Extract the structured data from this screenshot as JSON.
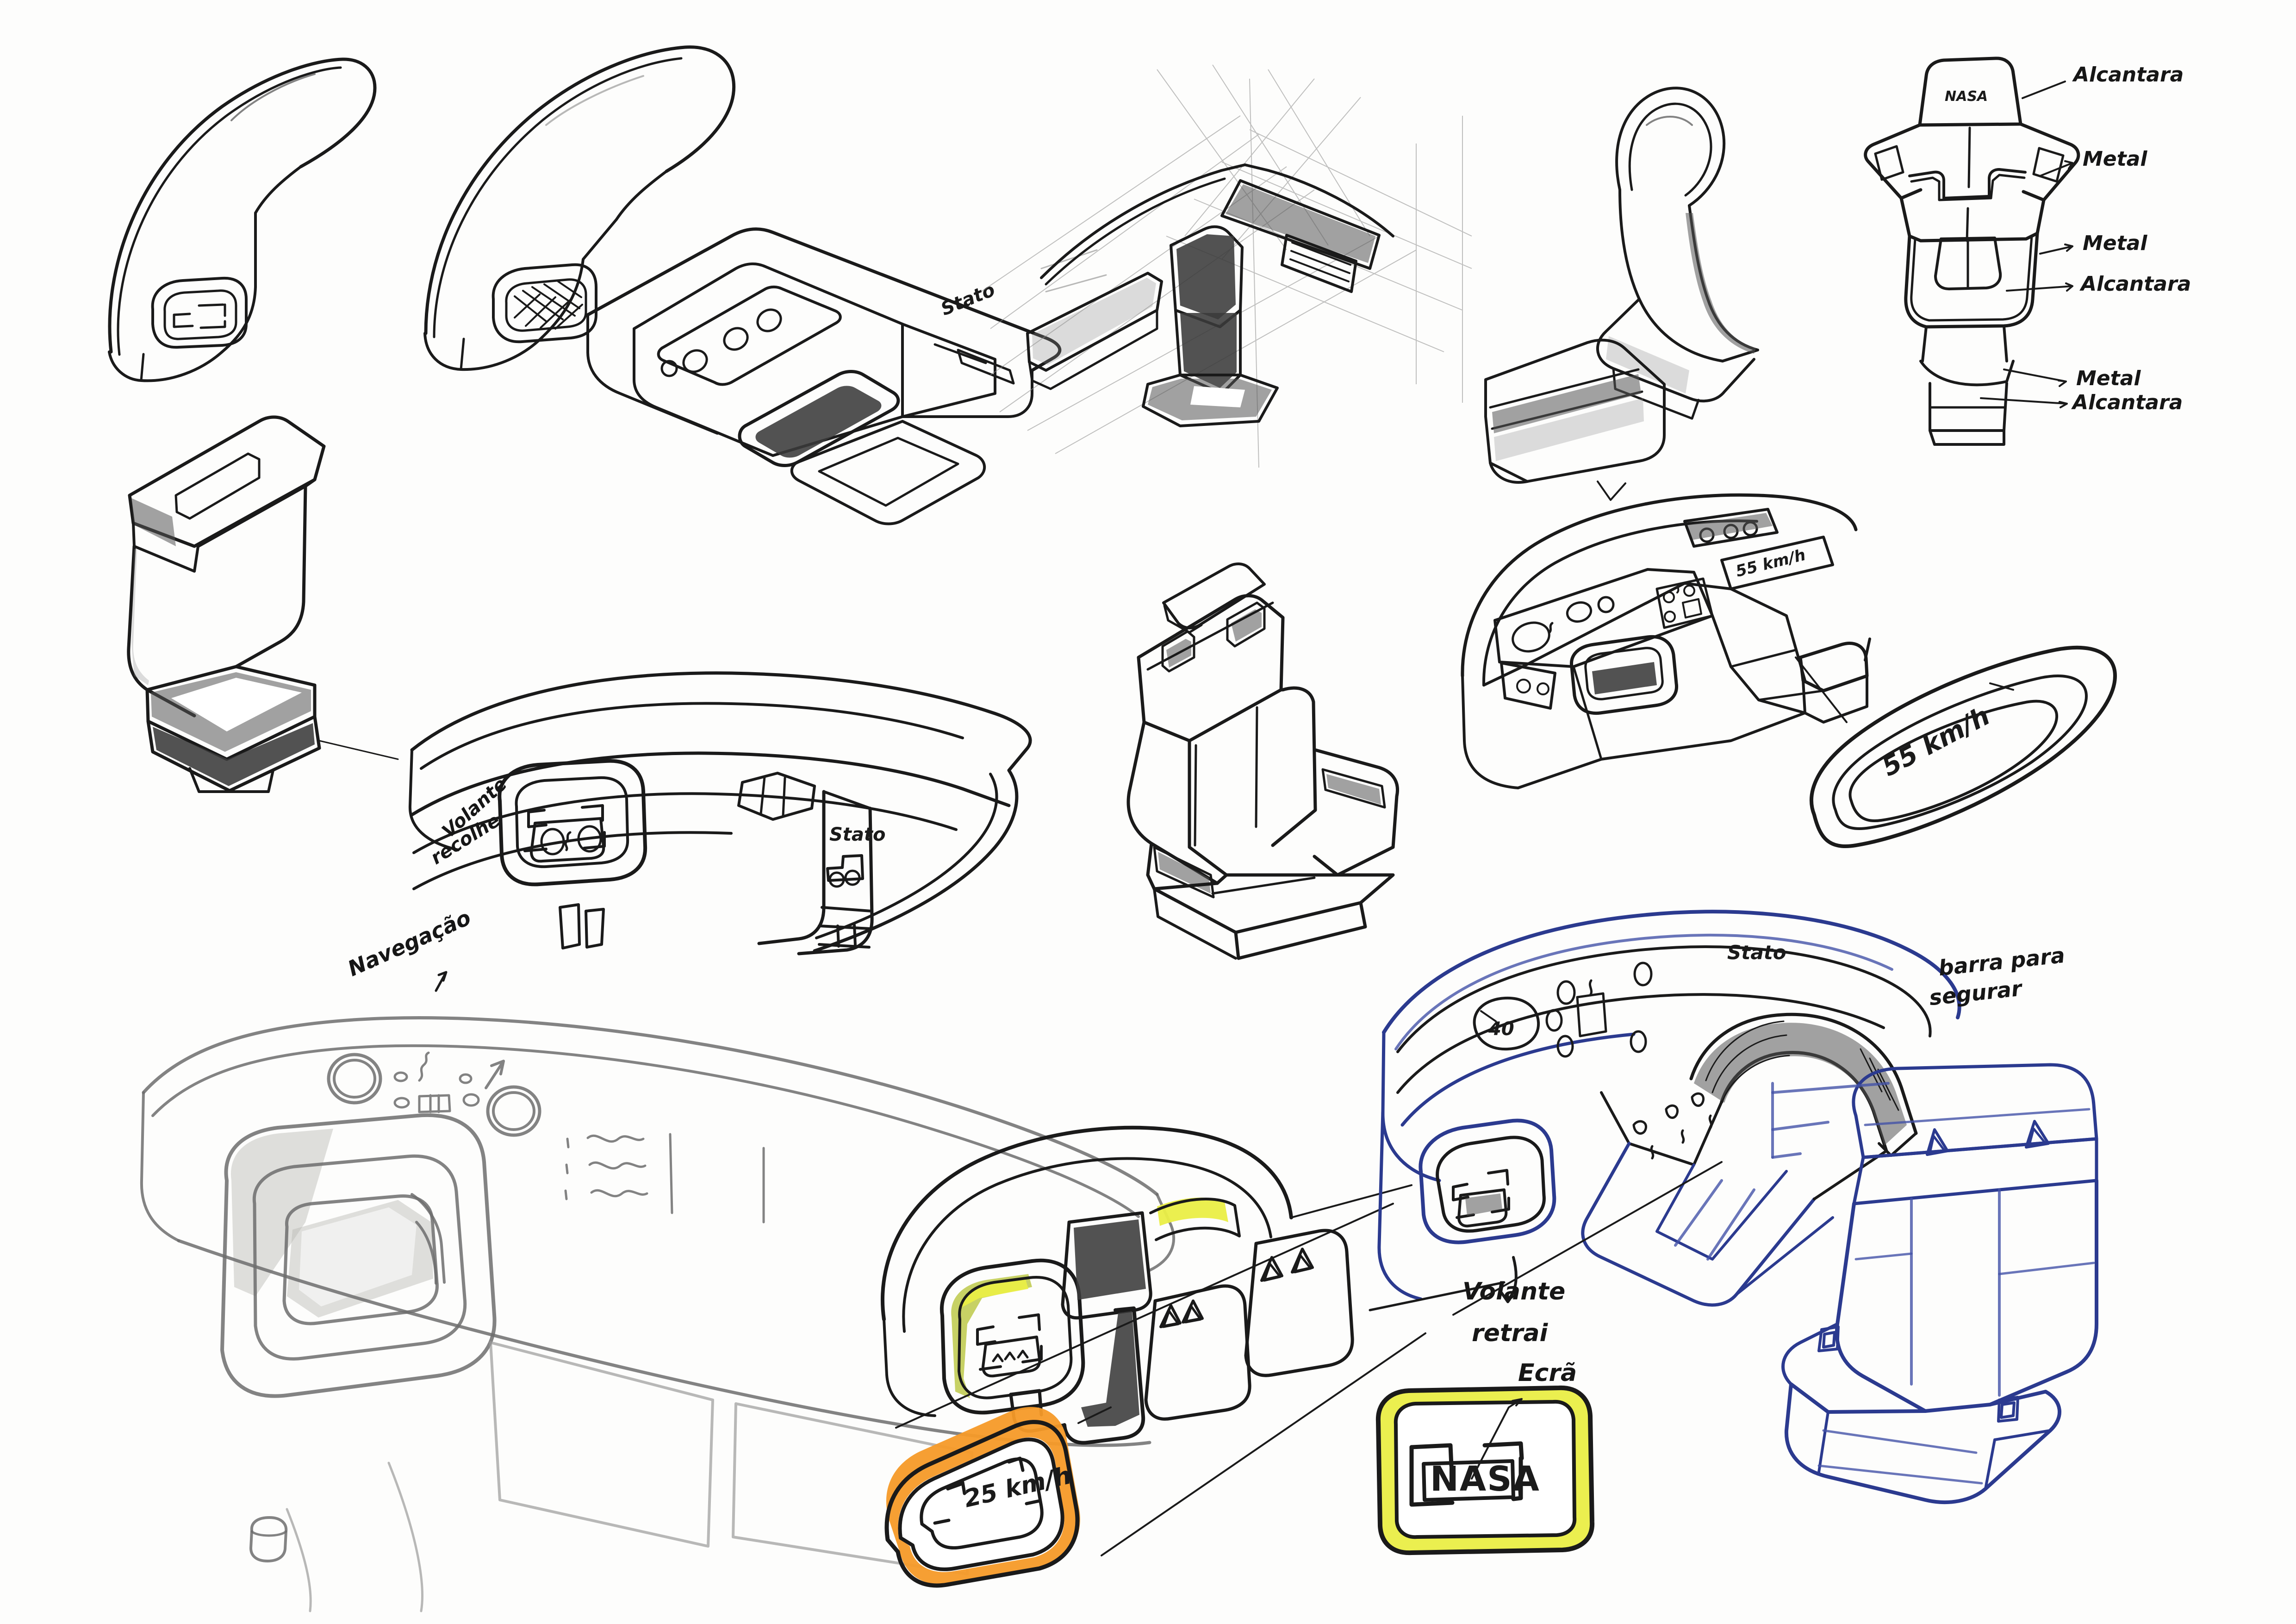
{
  "sheet": {
    "title": "Automotive Interior Concept Sketch Sheet",
    "medium": "pencil, black fineliner, blue ballpoint, yellow and orange marker on white paper",
    "background_color": "#fdfdfc",
    "ink_color": "#1a1a1a",
    "pencil_color": "#6d6d6d",
    "blue_pen_color": "#2b3a8f",
    "yellow_marker": "#eaee46",
    "orange_marker": "#f59a28"
  },
  "annotations": {
    "seat_callouts": [
      {
        "id": "a1",
        "label": "Alcantara"
      },
      {
        "id": "a2",
        "label": "Metal"
      },
      {
        "id": "a3",
        "label": "Metal"
      },
      {
        "id": "a4",
        "label": "Alcantara"
      },
      {
        "id": "a5",
        "label": "Metal"
      },
      {
        "id": "a6",
        "label": "Alcantara"
      }
    ],
    "headrest_logo": "NASA",
    "dash_labels": [
      {
        "id": "d1",
        "label": "Stato"
      },
      {
        "id": "d2",
        "label": "Stato"
      },
      {
        "id": "d3",
        "label": "Stato"
      }
    ],
    "steering_note_line1": "Volante",
    "steering_note_line2": "recolhe",
    "navigation_note": "Navegação",
    "retract_note_line1": "Volante",
    "retract_note_line2": "retrai",
    "grabbar_note_line1": "barra para",
    "grabbar_note_line2": "segurar",
    "screen_note": "Ecrã",
    "gauge_value": "40",
    "speed_badge_value": "25 km/h",
    "speed_module_value": "55 km/h",
    "badge_logo": "NASA"
  },
  "panels": [
    {
      "id": "p01",
      "name": "binnacle-hood-left",
      "kind": "ink-form",
      "note": "curved dashboard hood with inset screen, left"
    },
    {
      "id": "p02",
      "name": "binnacle-hood-right",
      "kind": "ink-form",
      "note": "curved dashboard hood with hatched screen, right"
    },
    {
      "id": "p03",
      "name": "cockpit-dash-perspective",
      "kind": "ink-form",
      "note": "angular dashboard with control strip and vent, labelled Stato"
    },
    {
      "id": "p04",
      "name": "interior-perspective-grid",
      "kind": "pencil-form",
      "note": "interior scene with grid construction lines and centre seat"
    },
    {
      "id": "p05",
      "name": "lounge-chair-pencil",
      "kind": "pencil-form",
      "note": "lounge seat with high back, pencil"
    },
    {
      "id": "p06",
      "name": "bench-seat-shaded",
      "kind": "ink-form",
      "note": "small shaded bench seat module"
    },
    {
      "id": "p07",
      "name": "seat-orthographic-front",
      "kind": "ink-form",
      "note": "front orthographic seat with material callouts and NASA headrest"
    },
    {
      "id": "p08",
      "name": "architectural-seat-left",
      "kind": "ink-form",
      "note": "architectural bucket seat with floating headrest"
    },
    {
      "id": "p09",
      "name": "dashboard-wide-ink",
      "kind": "ink-form",
      "note": "wide dashboard with yoke screen, vents and Stato cluster"
    },
    {
      "id": "p10",
      "name": "captain-seat-centre",
      "kind": "ink-form",
      "note": "captain seat with separate headrest and shoulder slots"
    },
    {
      "id": "p11",
      "name": "wraparound-console",
      "kind": "ink-form",
      "note": "wraparound cockpit console with switch banks"
    },
    {
      "id": "p12",
      "name": "speed-module-55",
      "kind": "ink-form",
      "note": "angled display module reading 55 km/h"
    },
    {
      "id": "p13",
      "name": "dashboard-pencil-large",
      "kind": "pencil-form",
      "note": "large pencil dashboard with HVAC dials and wave icons"
    },
    {
      "id": "p14",
      "name": "steering-yoke-cluster",
      "kind": "ink-form",
      "note": "steering yoke with green-yellow screens and triangle vents"
    },
    {
      "id": "p15",
      "name": "blue-dashboard-retract",
      "kind": "blue-form",
      "note": "blue ballpoint dashboard with retracting yoke and grab bar"
    },
    {
      "id": "p16",
      "name": "bucket-seat-blue",
      "kind": "blue-form",
      "note": "blue ballpoint bucket seat with harness slots"
    },
    {
      "id": "p17",
      "name": "badge-speed-orange",
      "kind": "badge",
      "note": "orange marker badge reading 25 km/h"
    },
    {
      "id": "p18",
      "name": "badge-nasa-yellow",
      "kind": "badge",
      "note": "yellow marker badge reading NASA"
    }
  ]
}
